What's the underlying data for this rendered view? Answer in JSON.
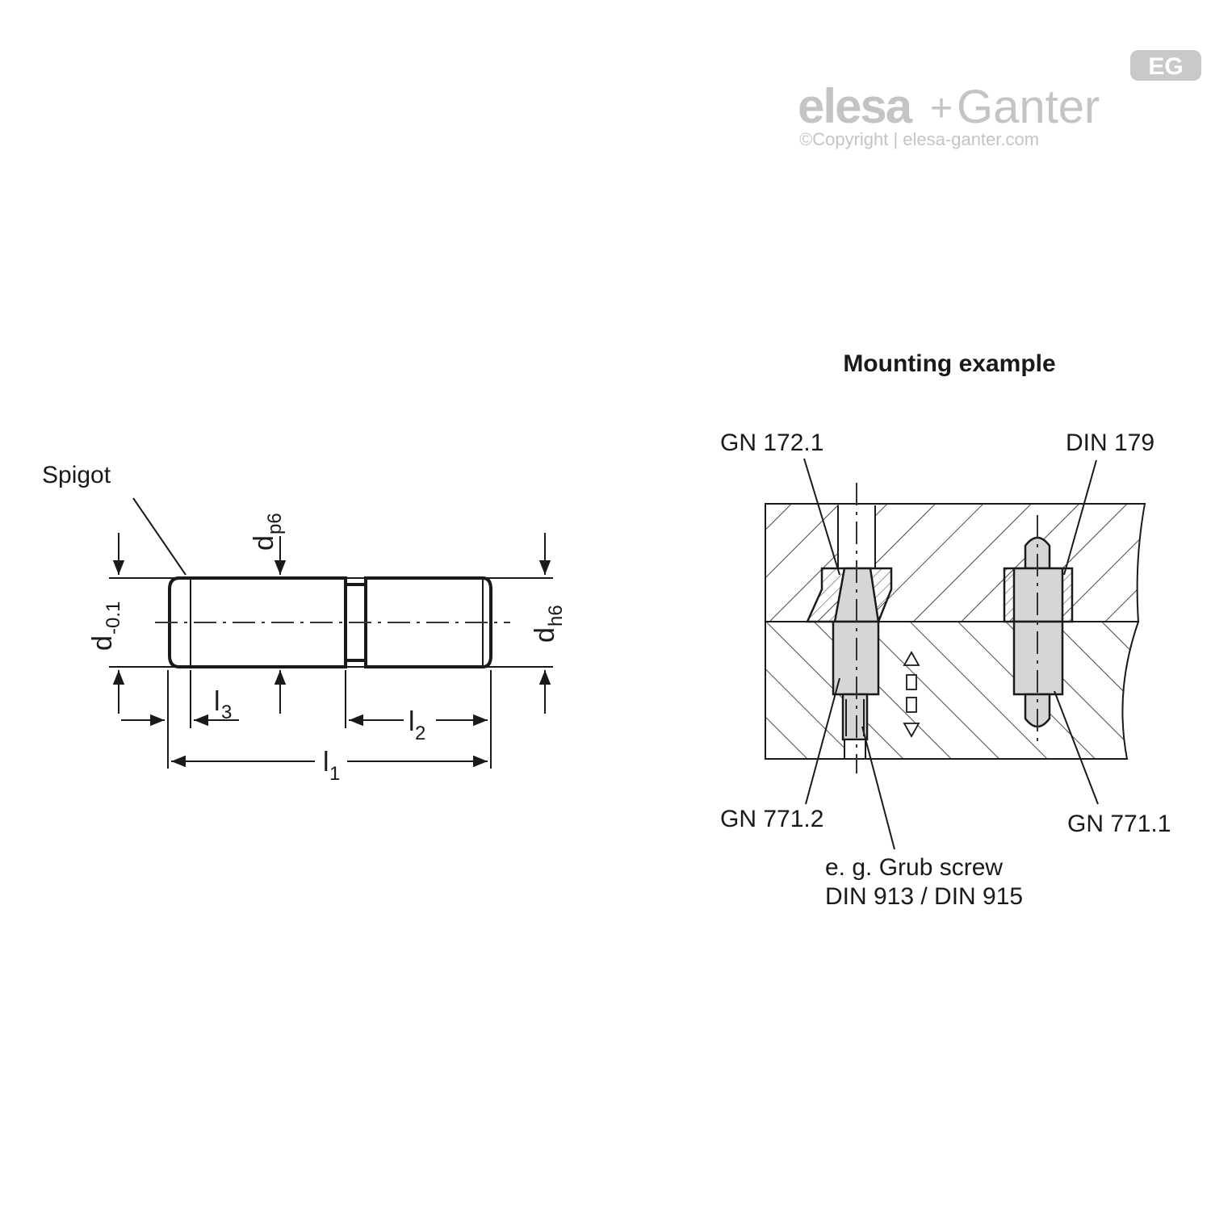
{
  "logo": {
    "wordmark_left": "elesa",
    "plus": "+",
    "wordmark_right": "Ganter",
    "badge": "EG",
    "copyright": "©Copyright | elesa-ganter.com"
  },
  "part_drawing": {
    "spigot_label": "Spigot",
    "dim_d_tol": "d",
    "dim_d_tol_sub": "-0.1",
    "dim_dp6": "d",
    "dim_dp6_sub": "p6",
    "dim_dh6": "d",
    "dim_dh6_sub": "h6",
    "dim_l1": "l",
    "dim_l1_sub": "1",
    "dim_l2": "l",
    "dim_l2_sub": "2",
    "dim_l3": "l",
    "dim_l3_sub": "3"
  },
  "mounting": {
    "title": "Mounting example",
    "gn_172_1": "GN 172.1",
    "din_179": "DIN 179",
    "gn_771_2": "GN 771.2",
    "gn_771_1": "GN 771.1",
    "grub_line1": "e. g. Grub screw",
    "grub_line2": "DIN 913 / DIN 915"
  }
}
